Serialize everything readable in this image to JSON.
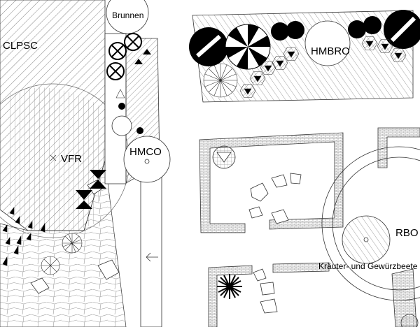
{
  "labels": {
    "brunnen": "Brunnen",
    "clpsc": "CLPSC",
    "vfr": "VFR",
    "hmco": "HMCO",
    "hmbro": "HMBRO",
    "rbo": "RBO",
    "kraeuter": "Kräuter- und Gewürzbeete"
  },
  "symbols": {
    "deciduous_tree": "circle-with-radial-spokes",
    "conifer": "hexagon-with-triangle",
    "feature_tree": "black-white-sector-circle",
    "shrub_solid": "filled-black-circle",
    "removed_tree": "circle-with-x",
    "hourglass": "hourglass-marker",
    "stepping_stone": "irregular-polygon",
    "hedge": "brick-hatched-border"
  },
  "colors": {
    "ink": "#000000",
    "paper": "#ffffff",
    "hatch": "#555555"
  }
}
